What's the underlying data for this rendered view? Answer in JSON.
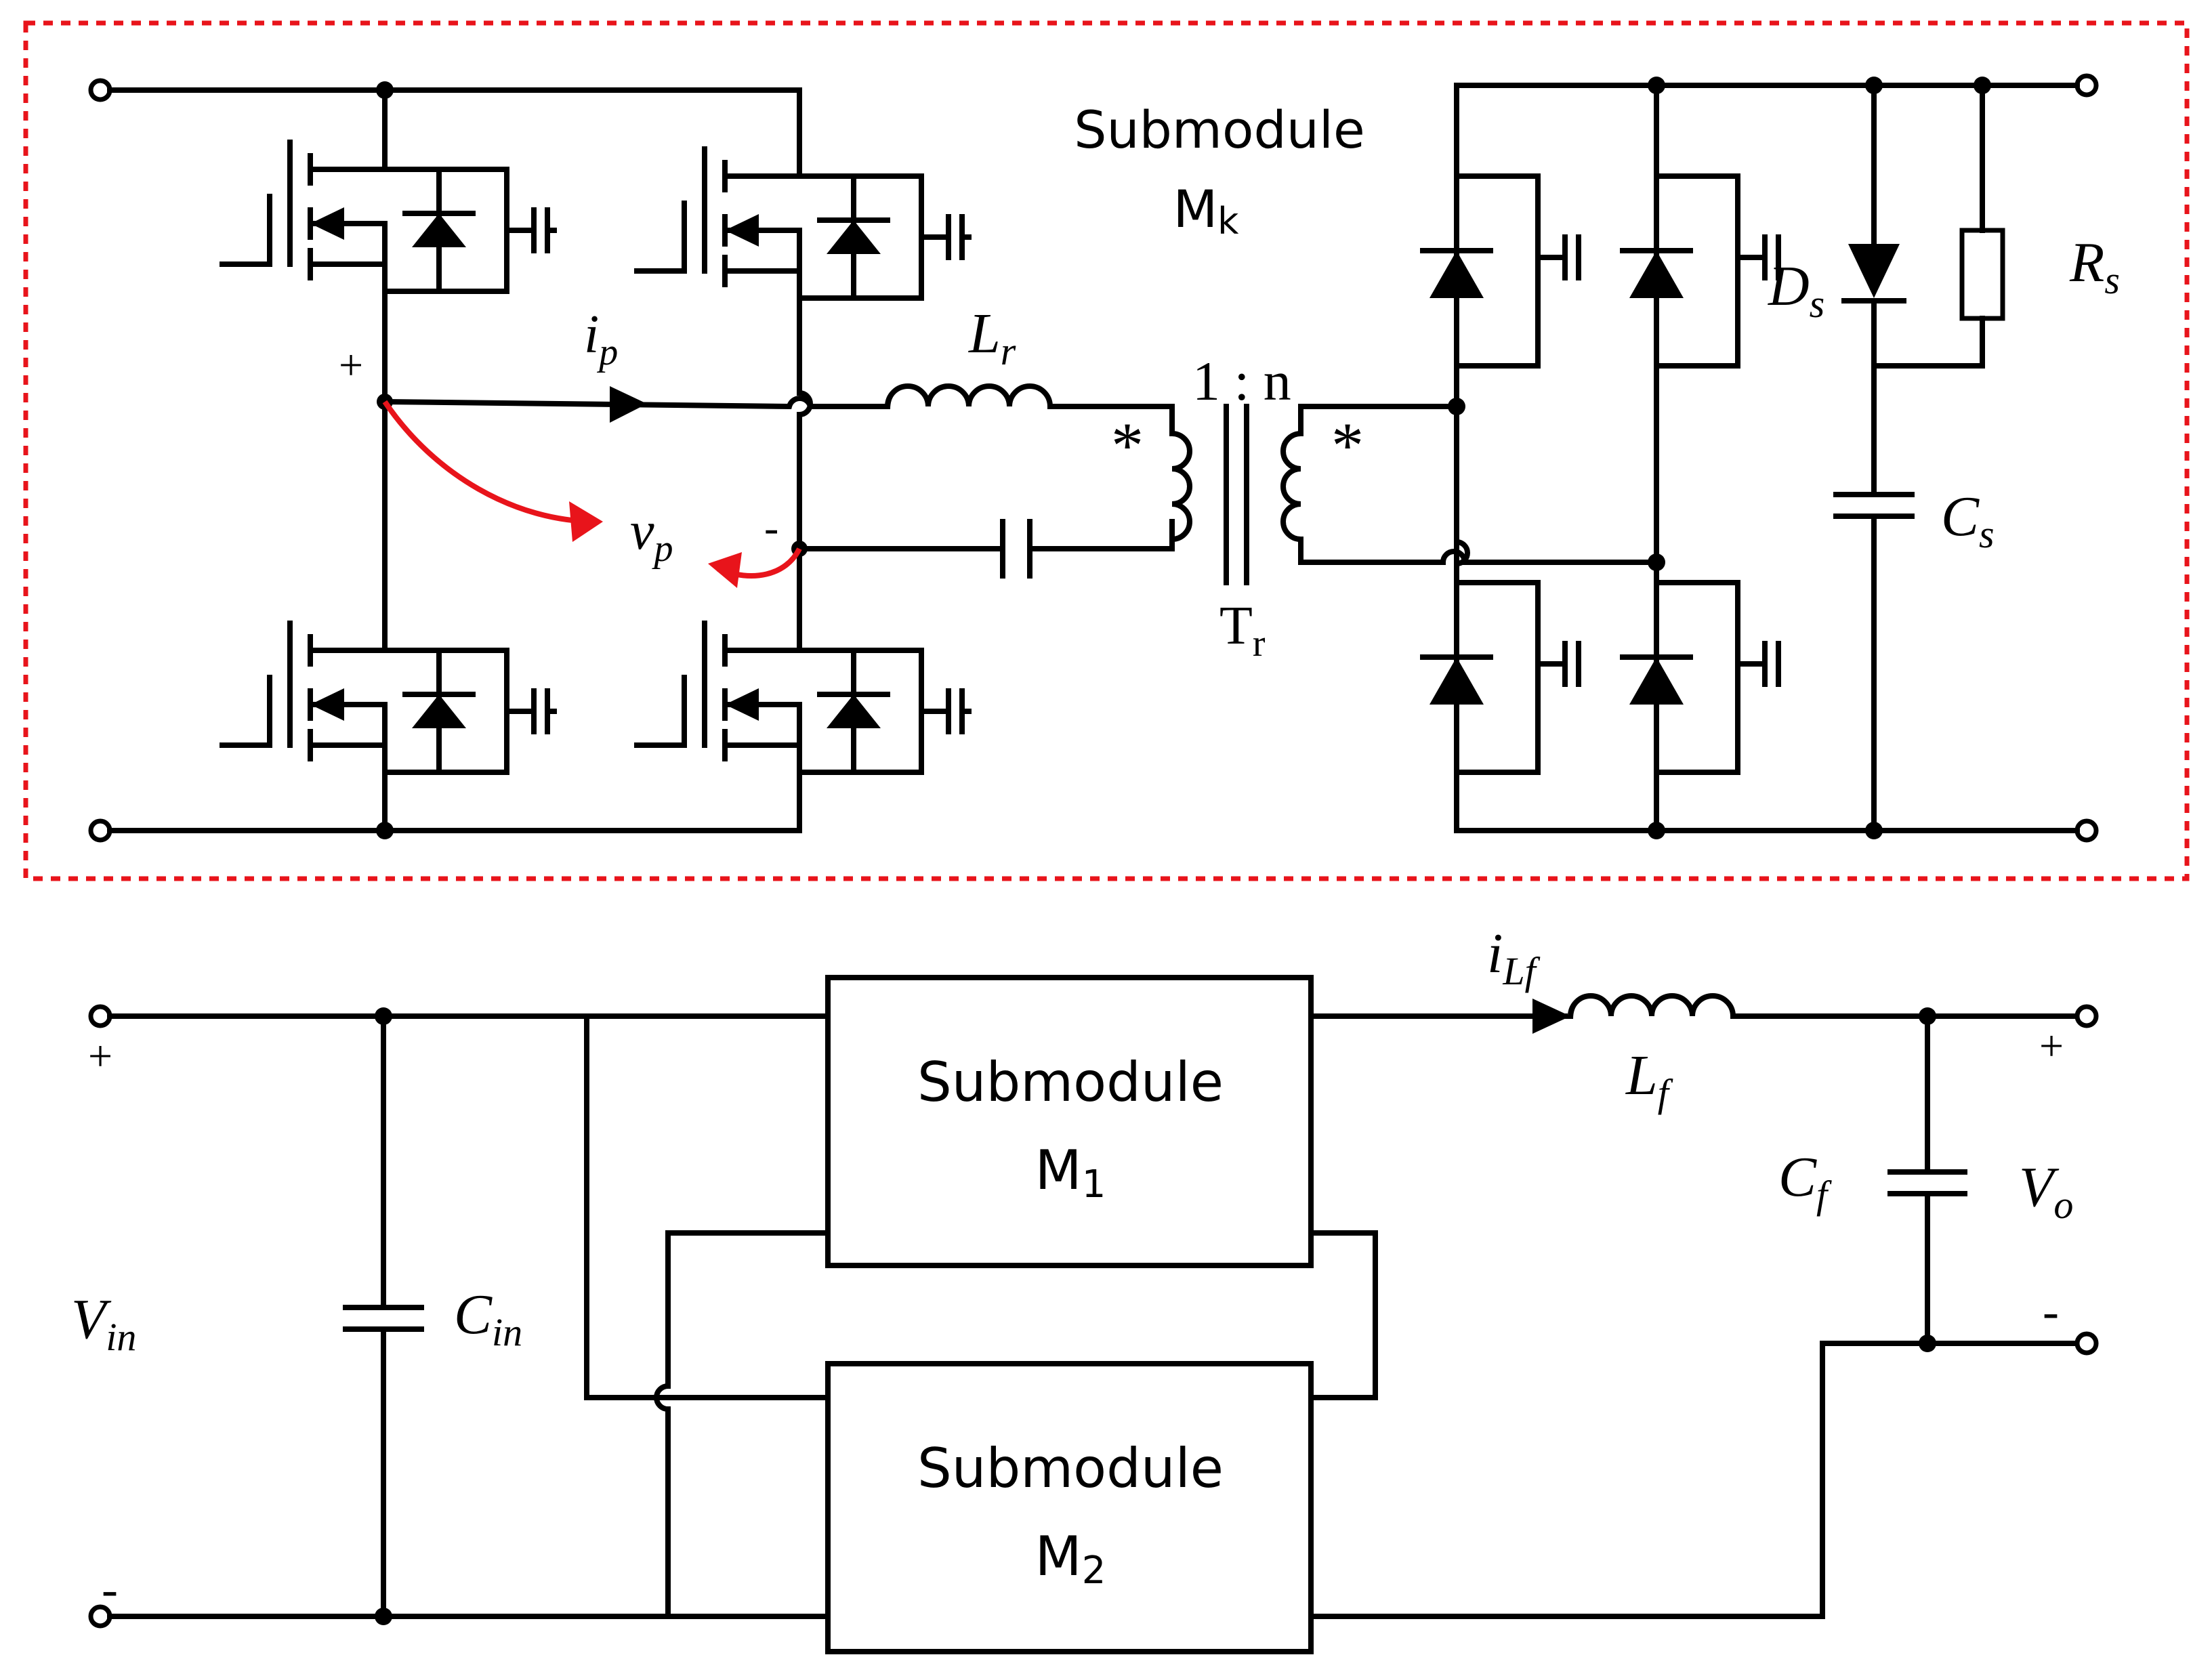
{
  "labels": {
    "submodule_title_1": "Submodule",
    "submodule_title_2_main": "M",
    "submodule_title_2_sub": "k",
    "ip_main": "i",
    "ip_sub": "p",
    "lr_main": "L",
    "lr_sub": "r",
    "ratio": "1 : n",
    "vp_main": "v",
    "vp_sub": "p",
    "plus_p": "+",
    "minus_p": "-",
    "star": "*",
    "tr_main": "T",
    "tr_sub": "r",
    "ds_main": "D",
    "ds_sub": "s",
    "rs_main": "R",
    "rs_sub": "s",
    "cs_main": "C",
    "cs_sub": "s",
    "m1_line1": "Submodule",
    "m1_line2_main": "M",
    "m1_line2_sub": "1",
    "m2_line1": "Submodule",
    "m2_line2_main": "M",
    "m2_line2_sub": "2",
    "ilf_main": "i",
    "ilf_sub": "Lf",
    "lf_main": "L",
    "lf_sub": "f",
    "cf_main": "C",
    "cf_sub": "f",
    "vo_main": "V",
    "vo_sub": "o",
    "vin_main": "V",
    "vin_sub": "in",
    "cin_main": "C",
    "cin_sub": "in",
    "plus_in": "+",
    "minus_in": "-",
    "plus_out": "+",
    "minus_out": "-"
  },
  "colors": {
    "wire": "#000000",
    "highlight": "#e8141b"
  }
}
